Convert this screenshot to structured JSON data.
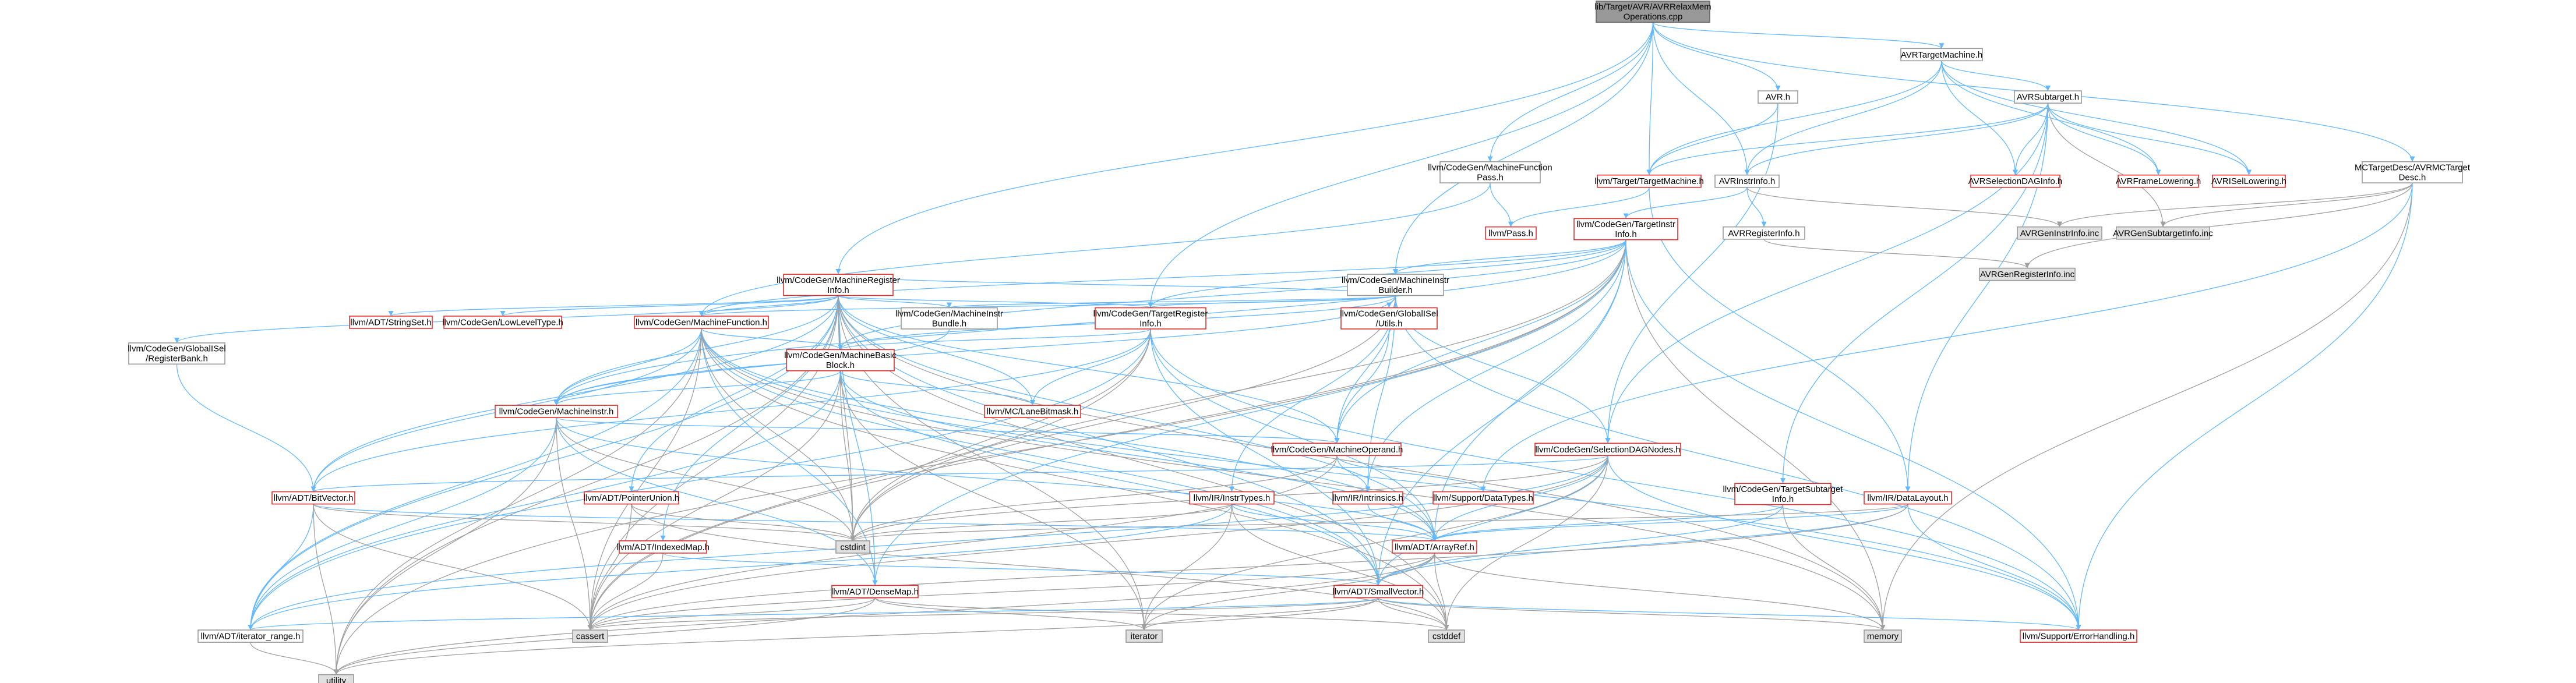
{
  "colors": {
    "edge": "#63b8ff",
    "edge_include_ext": "#a0a0a0",
    "node_border": "#999999",
    "node_border_incomplete": "#e03030",
    "focus_fill": "#999999",
    "ext_fill": "#e0e0e0"
  },
  "nodes": [
    {
      "id": "root",
      "l": [
        "lib/Target/AVR/AVRRelaxMem",
        "Operations.cpp"
      ],
      "s": "focus"
    },
    {
      "id": "avrtm",
      "l": [
        "AVRTargetMachine.h"
      ],
      "s": "plain"
    },
    {
      "id": "avrsub",
      "l": [
        "AVRSubtarget.h"
      ],
      "s": "plain"
    },
    {
      "id": "avrh",
      "l": [
        "AVR.h"
      ],
      "s": "plain"
    },
    {
      "id": "mfpass",
      "l": [
        "llvm/CodeGen/MachineFunction",
        "Pass.h"
      ],
      "s": "plain"
    },
    {
      "id": "ltm",
      "l": [
        "llvm/Target/TargetMachine.h"
      ],
      "s": "red"
    },
    {
      "id": "avrii",
      "l": [
        "AVRInstrInfo.h"
      ],
      "s": "plain"
    },
    {
      "id": "seldag",
      "l": [
        "AVRSelectionDAGInfo.h"
      ],
      "s": "red"
    },
    {
      "id": "frame",
      "l": [
        "AVRFrameLowering.h"
      ],
      "s": "red"
    },
    {
      "id": "isel",
      "l": [
        "AVRISelLowering.h"
      ],
      "s": "red"
    },
    {
      "id": "mctd",
      "l": [
        "MCTargetDesc/AVRMCTarget",
        "Desc.h"
      ],
      "s": "plain"
    },
    {
      "id": "pass",
      "l": [
        "llvm/Pass.h"
      ],
      "s": "red"
    },
    {
      "id": "tii",
      "l": [
        "llvm/CodeGen/TargetInstr",
        "Info.h"
      ],
      "s": "red"
    },
    {
      "id": "avrri",
      "l": [
        "AVRRegisterInfo.h"
      ],
      "s": "plain"
    },
    {
      "id": "geninc",
      "l": [
        "AVRGenInstrInfo.inc"
      ],
      "s": "ext"
    },
    {
      "id": "gensub",
      "l": [
        "AVRGenSubtargetInfo.inc"
      ],
      "s": "ext"
    },
    {
      "id": "genreg",
      "l": [
        "AVRGenRegisterInfo.inc"
      ],
      "s": "ext"
    },
    {
      "id": "mri",
      "l": [
        "llvm/CodeGen/MachineRegister",
        "Info.h"
      ],
      "s": "red"
    },
    {
      "id": "mib",
      "l": [
        "llvm/CodeGen/MachineInstr",
        "Builder.h"
      ],
      "s": "plain"
    },
    {
      "id": "strset",
      "l": [
        "llvm/ADT/StringSet.h"
      ],
      "s": "red"
    },
    {
      "id": "lowlevel",
      "l": [
        "llvm/CodeGen/LowLevelType.h"
      ],
      "s": "red"
    },
    {
      "id": "mf",
      "l": [
        "llvm/CodeGen/MachineFunction.h"
      ],
      "s": "red"
    },
    {
      "id": "mibundle",
      "l": [
        "llvm/CodeGen/MachineInstr",
        "Bundle.h"
      ],
      "s": "plain"
    },
    {
      "id": "tri",
      "l": [
        "llvm/CodeGen/TargetRegister",
        "Info.h"
      ],
      "s": "red"
    },
    {
      "id": "giutils",
      "l": [
        "llvm/CodeGen/GlobalISel",
        "/Utils.h"
      ],
      "s": "red"
    },
    {
      "id": "regbank",
      "l": [
        "llvm/CodeGen/GlobalISel",
        "/RegisterBank.h"
      ],
      "s": "plain"
    },
    {
      "id": "mbb",
      "l": [
        "llvm/CodeGen/MachineBasic",
        "Block.h"
      ],
      "s": "red"
    },
    {
      "id": "lanebit",
      "l": [
        "llvm/MC/LaneBitmask.h"
      ],
      "s": "red"
    },
    {
      "id": "mi",
      "l": [
        "llvm/CodeGen/MachineInstr.h"
      ],
      "s": "red"
    },
    {
      "id": "mo",
      "l": [
        "llvm/CodeGen/MachineOperand.h"
      ],
      "s": "red"
    },
    {
      "id": "sdnodes",
      "l": [
        "llvm/CodeGen/SelectionDAGNodes.h"
      ],
      "s": "red"
    },
    {
      "id": "tsi",
      "l": [
        "llvm/CodeGen/TargetSubtarget",
        "Info.h"
      ],
      "s": "red"
    },
    {
      "id": "dl",
      "l": [
        "llvm/IR/DataLayout.h"
      ],
      "s": "red"
    },
    {
      "id": "bitvec",
      "l": [
        "llvm/ADT/BitVector.h"
      ],
      "s": "red"
    },
    {
      "id": "ptrunion",
      "l": [
        "llvm/ADT/PointerUnion.h"
      ],
      "s": "red"
    },
    {
      "id": "instrtypes",
      "l": [
        "llvm/IR/InstrTypes.h"
      ],
      "s": "red"
    },
    {
      "id": "intrin",
      "l": [
        "llvm/IR/Intrinsics.h"
      ],
      "s": "red"
    },
    {
      "id": "datatypes",
      "l": [
        "llvm/Support/DataTypes.h"
      ],
      "s": "red"
    },
    {
      "id": "idxmap",
      "l": [
        "llvm/ADT/IndexedMap.h"
      ],
      "s": "red"
    },
    {
      "id": "cstdint",
      "l": [
        "cstdint"
      ],
      "s": "ext"
    },
    {
      "id": "arrayref",
      "l": [
        "llvm/ADT/ArrayRef.h"
      ],
      "s": "red"
    },
    {
      "id": "densemap",
      "l": [
        "llvm/ADT/DenseMap.h"
      ],
      "s": "red"
    },
    {
      "id": "smallvec",
      "l": [
        "llvm/ADT/SmallVector.h"
      ],
      "s": "red"
    },
    {
      "id": "iterrange",
      "l": [
        "llvm/ADT/iterator_range.h"
      ],
      "s": "plain"
    },
    {
      "id": "cassert",
      "l": [
        "cassert"
      ],
      "s": "ext"
    },
    {
      "id": "iterator",
      "l": [
        "iterator"
      ],
      "s": "ext"
    },
    {
      "id": "cstddef",
      "l": [
        "cstddef"
      ],
      "s": "ext"
    },
    {
      "id": "memory",
      "l": [
        "memory"
      ],
      "s": "ext"
    },
    {
      "id": "errh",
      "l": [
        "llvm/Support/ErrorHandling.h"
      ],
      "s": "red"
    },
    {
      "id": "utility",
      "l": [
        "utility"
      ],
      "s": "ext"
    }
  ],
  "edges": [
    [
      "root",
      "avrtm"
    ],
    [
      "root",
      "avrh"
    ],
    [
      "root",
      "mfpass"
    ],
    [
      "root",
      "mib"
    ],
    [
      "root",
      "mri"
    ],
    [
      "root",
      "tri"
    ],
    [
      "root",
      "ltm"
    ],
    [
      "root",
      "avrii"
    ],
    [
      "root",
      "mctd"
    ],
    [
      "avrtm",
      "avrsub"
    ],
    [
      "avrtm",
      "ltm"
    ],
    [
      "avrtm",
      "avrii"
    ],
    [
      "avrtm",
      "seldag"
    ],
    [
      "avrtm",
      "frame"
    ],
    [
      "avrtm",
      "isel"
    ],
    [
      "avrsub",
      "avrii"
    ],
    [
      "avrsub",
      "ltm"
    ],
    [
      "avrsub",
      "seldag"
    ],
    [
      "avrsub",
      "frame"
    ],
    [
      "avrsub",
      "isel"
    ],
    [
      "avrsub",
      "gensub"
    ],
    [
      "avrsub",
      "tsi"
    ],
    [
      "avrsub",
      "dl"
    ],
    [
      "avrsub",
      "sdnodes"
    ],
    [
      "avrh",
      "ltm"
    ],
    [
      "avrh",
      "sdnodes"
    ],
    [
      "mfpass",
      "pass"
    ],
    [
      "mfpass",
      "mf"
    ],
    [
      "ltm",
      "pass"
    ],
    [
      "ltm",
      "dl"
    ],
    [
      "avrii",
      "tii"
    ],
    [
      "avrii",
      "avrri"
    ],
    [
      "avrii",
      "geninc"
    ],
    [
      "mctd",
      "geninc"
    ],
    [
      "mctd",
      "gensub"
    ],
    [
      "mctd",
      "genreg"
    ],
    [
      "mctd",
      "memory"
    ],
    [
      "mctd",
      "datatypes"
    ],
    [
      "mctd",
      "errh"
    ],
    [
      "avrri",
      "genreg"
    ],
    [
      "tii",
      "mib"
    ],
    [
      "tii",
      "tri"
    ],
    [
      "tii",
      "mf"
    ],
    [
      "tii",
      "mbb"
    ],
    [
      "tii",
      "mi"
    ],
    [
      "tii",
      "mo"
    ],
    [
      "tii",
      "arrayref"
    ],
    [
      "tii",
      "smallvec"
    ],
    [
      "tii",
      "densemap"
    ],
    [
      "tii",
      "cstdint"
    ],
    [
      "tii",
      "utility"
    ],
    [
      "tii",
      "memory"
    ],
    [
      "tii",
      "errh"
    ],
    [
      "tii",
      "cassert"
    ],
    [
      "tii",
      "intrin"
    ],
    [
      "mri",
      "bitvec"
    ],
    [
      "mri",
      "strset"
    ],
    [
      "mri",
      "lowlevel"
    ],
    [
      "mri",
      "mf"
    ],
    [
      "mri",
      "mibundle"
    ],
    [
      "mri",
      "tri"
    ],
    [
      "mri",
      "mbb"
    ],
    [
      "mri",
      "mi"
    ],
    [
      "mri",
      "mo"
    ],
    [
      "mri",
      "regbank"
    ],
    [
      "mri",
      "ptrunion"
    ],
    [
      "mri",
      "idxmap"
    ],
    [
      "mri",
      "arrayref"
    ],
    [
      "mri",
      "smallvec"
    ],
    [
      "mri",
      "densemap"
    ],
    [
      "mri",
      "iterrange"
    ],
    [
      "mri",
      "lanebit"
    ],
    [
      "mri",
      "iterator"
    ],
    [
      "mri",
      "memory"
    ],
    [
      "mri",
      "utility"
    ],
    [
      "mri",
      "cassert"
    ],
    [
      "mri",
      "cstddef"
    ],
    [
      "mri",
      "cstdint"
    ],
    [
      "mib",
      "mri"
    ],
    [
      "mib",
      "mf"
    ],
    [
      "mib",
      "mibundle"
    ],
    [
      "mib",
      "tri"
    ],
    [
      "mib",
      "giutils"
    ],
    [
      "mib",
      "mbb"
    ],
    [
      "mib",
      "mi"
    ],
    [
      "mib",
      "mo"
    ],
    [
      "mib",
      "sdnodes"
    ],
    [
      "mib",
      "instrtypes"
    ],
    [
      "mib",
      "intrin"
    ],
    [
      "mib",
      "errh"
    ],
    [
      "mib",
      "cstdint"
    ],
    [
      "mf",
      "mbb"
    ],
    [
      "mf",
      "mi"
    ],
    [
      "mf",
      "bitvec"
    ],
    [
      "mf",
      "arrayref"
    ],
    [
      "mf",
      "smallvec"
    ],
    [
      "mf",
      "densemap"
    ],
    [
      "mf",
      "iterrange"
    ],
    [
      "mf",
      "cassert"
    ],
    [
      "mf",
      "cstdint"
    ],
    [
      "mf",
      "memory"
    ],
    [
      "mf",
      "utility"
    ],
    [
      "mf",
      "errh"
    ],
    [
      "mf",
      "cstddef"
    ],
    [
      "mibundle",
      "mi"
    ],
    [
      "tri",
      "mbb"
    ],
    [
      "tri",
      "lanebit"
    ],
    [
      "tri",
      "arrayref"
    ],
    [
      "tri",
      "smallvec"
    ],
    [
      "tri",
      "bitvec"
    ],
    [
      "tri",
      "iterrange"
    ],
    [
      "tri",
      "cassert"
    ],
    [
      "tri",
      "cstdint"
    ],
    [
      "tri",
      "errh"
    ],
    [
      "giutils",
      "mo"
    ],
    [
      "regbank",
      "bitvec"
    ],
    [
      "mbb",
      "mi"
    ],
    [
      "mbb",
      "iterator"
    ],
    [
      "mbb",
      "cassert"
    ],
    [
      "mbb",
      "cstdint"
    ],
    [
      "mbb",
      "lanebit"
    ],
    [
      "mbb",
      "iterrange"
    ],
    [
      "mbb",
      "smallvec"
    ],
    [
      "mbb",
      "arrayref"
    ],
    [
      "mi",
      "mo"
    ],
    [
      "mi",
      "arrayref"
    ],
    [
      "mi",
      "iterrange"
    ],
    [
      "mi",
      "utility"
    ],
    [
      "mi",
      "cassert"
    ],
    [
      "mi",
      "cstdint"
    ],
    [
      "mi",
      "densemap"
    ],
    [
      "mo",
      "intrin"
    ],
    [
      "mo",
      "datatypes"
    ],
    [
      "mo",
      "cassert"
    ],
    [
      "mo",
      "cstdint"
    ],
    [
      "sdnodes",
      "arrayref"
    ],
    [
      "sdnodes",
      "smallvec"
    ],
    [
      "sdnodes",
      "iterrange"
    ],
    [
      "sdnodes",
      "cassert"
    ],
    [
      "sdnodes",
      "cstddef"
    ],
    [
      "sdnodes",
      "cstdint"
    ],
    [
      "sdnodes",
      "iterator"
    ],
    [
      "sdnodes",
      "errh"
    ],
    [
      "sdnodes",
      "bitvec"
    ],
    [
      "tsi",
      "arrayref"
    ],
    [
      "tsi",
      "smallvec"
    ],
    [
      "tsi",
      "memory"
    ],
    [
      "dl",
      "arrayref"
    ],
    [
      "dl",
      "smallvec"
    ],
    [
      "dl",
      "errh"
    ],
    [
      "dl",
      "cassert"
    ],
    [
      "dl",
      "cstdint"
    ],
    [
      "bitvec",
      "arrayref"
    ],
    [
      "bitvec",
      "iterrange"
    ],
    [
      "bitvec",
      "cassert"
    ],
    [
      "bitvec",
      "utility"
    ],
    [
      "bitvec",
      "cstdint"
    ],
    [
      "ptrunion",
      "cassert"
    ],
    [
      "ptrunion",
      "cstdint"
    ],
    [
      "ptrunion",
      "cstddef"
    ],
    [
      "instrtypes",
      "arrayref"
    ],
    [
      "instrtypes",
      "iterator"
    ],
    [
      "instrtypes",
      "cstddef"
    ],
    [
      "instrtypes",
      "cstdint"
    ],
    [
      "instrtypes",
      "iterrange"
    ],
    [
      "intrin",
      "arrayref"
    ],
    [
      "idxmap",
      "smallvec"
    ],
    [
      "idxmap",
      "cassert"
    ],
    [
      "arrayref",
      "smallvec"
    ],
    [
      "arrayref",
      "cassert"
    ],
    [
      "arrayref",
      "cstddef"
    ],
    [
      "arrayref",
      "iterator"
    ],
    [
      "arrayref",
      "memory"
    ],
    [
      "arrayref",
      "utility"
    ],
    [
      "densemap",
      "iterator"
    ],
    [
      "densemap",
      "cassert"
    ],
    [
      "densemap",
      "cstddef"
    ],
    [
      "densemap",
      "utility"
    ],
    [
      "smallvec",
      "cassert"
    ],
    [
      "smallvec",
      "cstddef"
    ],
    [
      "smallvec",
      "iterator"
    ],
    [
      "smallvec",
      "memory"
    ],
    [
      "smallvec",
      "utility"
    ],
    [
      "smallvec",
      "errh"
    ],
    [
      "smallvec",
      "iterrange"
    ],
    [
      "iterrange",
      "utility"
    ]
  ]
}
